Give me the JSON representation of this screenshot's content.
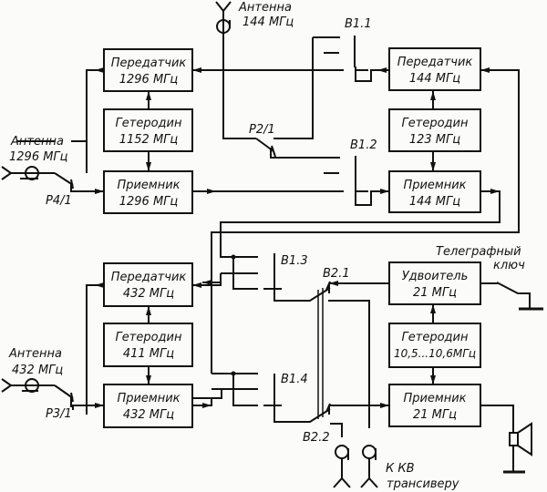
{
  "blocks": {
    "tx1296": {
      "line1": "Передатчик",
      "line2": "1296 МГц"
    },
    "lo1152": {
      "line1": "Гетеродин",
      "line2": "1152 МГц"
    },
    "rx1296": {
      "line1": "Приемник",
      "line2": "1296 МГц"
    },
    "tx144": {
      "line1": "Передатчик",
      "line2": "144 МГц"
    },
    "lo123": {
      "line1": "Гетеродин",
      "line2": "123 МГц"
    },
    "rx144": {
      "line1": "Приемник",
      "line2": "144 МГц"
    },
    "tx432": {
      "line1": "Передатчик",
      "line2": "432 МГц"
    },
    "lo411": {
      "line1": "Гетеродин",
      "line2": "411 МГц"
    },
    "rx432": {
      "line1": "Приемник",
      "line2": "432 МГц"
    },
    "dbl21": {
      "line1": "Удвоитель",
      "line2": "21 МГц"
    },
    "lo105": {
      "line1": "Гетеродин",
      "line2": "10,5...10,6МГц"
    },
    "rx21": {
      "line1": "Приемник",
      "line2": "21 МГц"
    }
  },
  "antennas": {
    "a144": {
      "line1": "Антенна",
      "line2": "144 МГц"
    },
    "a1296": {
      "line1": "Антенна",
      "line2": "1296 МГц"
    },
    "a432": {
      "line1": "Антенна",
      "line2": "432 МГц"
    }
  },
  "switches": {
    "b11": "В1.1",
    "b12": "В1.2",
    "b13": "В1.3",
    "b14": "В1.4",
    "b21": "В2.1",
    "b22": "В2.2"
  },
  "relays": {
    "p21": "Р2/1",
    "p41": "Р4/1",
    "p31": "Р3/1"
  },
  "key": {
    "line1": "Телеграфный",
    "line2": "ключ"
  },
  "transceiver": {
    "line1": "К КВ",
    "line2": "трансиверу"
  }
}
